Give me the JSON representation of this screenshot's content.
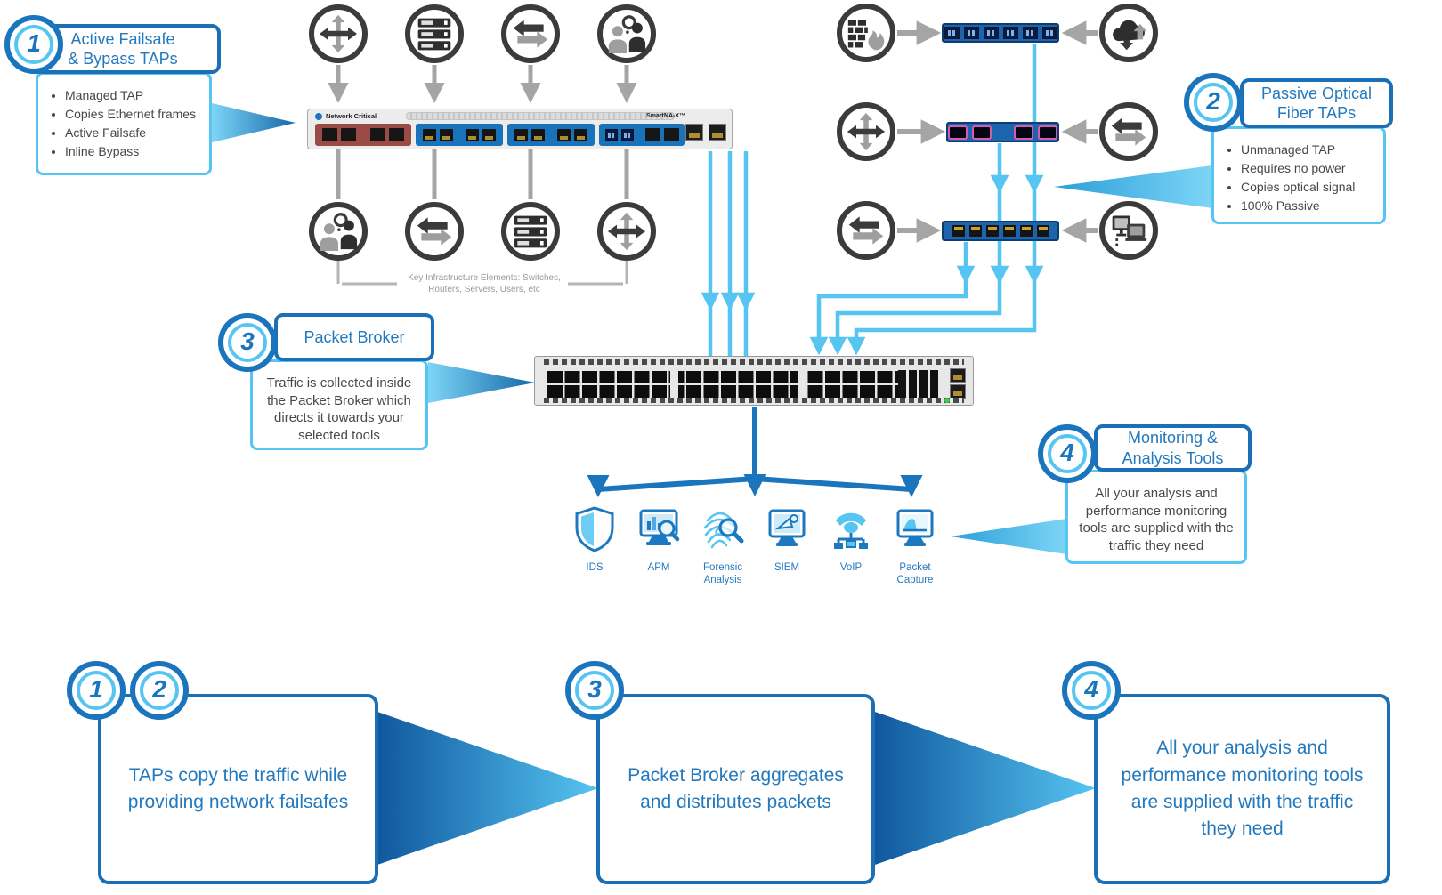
{
  "callout1": {
    "number": "1",
    "title": "Active Failsafe\n& Bypass TAPs",
    "bullets": [
      "Managed TAP",
      "Copies Ethernet frames",
      "Active Failsafe",
      "Inline Bypass"
    ]
  },
  "callout2": {
    "number": "2",
    "title": "Passive Optical\nFiber TAPs",
    "bullets": [
      "Unmanaged TAP",
      "Requires no power",
      "Copies optical signal",
      "100% Passive"
    ]
  },
  "callout3": {
    "number": "3",
    "title": "Packet Broker",
    "body": "Traffic is collected inside the Packet Broker which directs it towards your selected tools"
  },
  "callout4": {
    "number": "4",
    "title": "Monitoring &\nAnalysis Tools",
    "body": "All your analysis and performance monitoring tools are supplied with the traffic they need"
  },
  "device": {
    "brand": "Network Critical",
    "model": "SmartNA-X™"
  },
  "infra": {
    "label": "Key Infrastructure Elements: Switches,\nRouters, Servers, Users, etc"
  },
  "tools": [
    {
      "name": "IDS"
    },
    {
      "name": "APM"
    },
    {
      "name": "Forensic Analysis"
    },
    {
      "name": "SIEM"
    },
    {
      "name": "VoIP"
    },
    {
      "name": "Packet Capture"
    }
  ],
  "steps": [
    {
      "numbers": [
        "1",
        "2"
      ],
      "text": "TAPs copy the traffic while providing network failsafes"
    },
    {
      "numbers": [
        "3"
      ],
      "text": "Packet Broker aggregates and distributes packets"
    },
    {
      "numbers": [
        "4"
      ],
      "text": "All your analysis and performance monitoring tools are supplied with the traffic they need"
    }
  ],
  "colors": {
    "accent_dark_blue": "#1B75BC",
    "accent_light_blue": "#56C5F2",
    "icon_dark_gray": "#3B3B3B",
    "icon_mid_gray": "#9E9E9E",
    "module_red": "#9B4B46"
  }
}
